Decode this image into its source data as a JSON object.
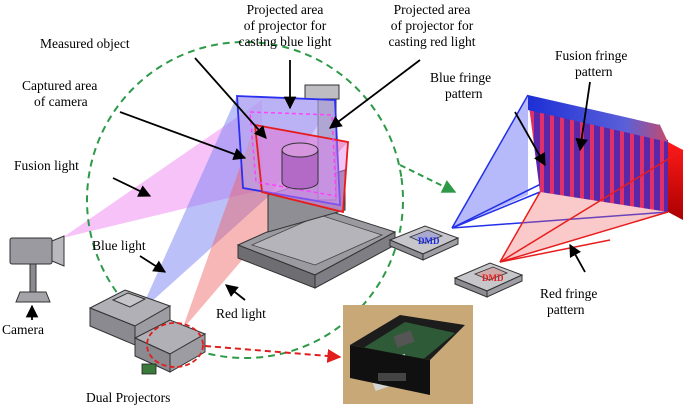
{
  "labels": {
    "measured_object": "Measured object",
    "captured_area_1": "Captured area",
    "captured_area_2": "of camera",
    "proj_blue_1": "Projected area",
    "proj_blue_2": "of projector for",
    "proj_blue_3": "casting blue light",
    "proj_red_1": "Projected area",
    "proj_red_2": "of projector for",
    "proj_red_3": "casting red light",
    "fusion_light": "Fusion light",
    "blue_light": "Blue light",
    "red_light": "Red light",
    "camera": "Camera",
    "dual_projectors": "Dual Projectors",
    "blue_fringe_1": "Blue fringe",
    "blue_fringe_2": "pattern",
    "fusion_fringe_1": "Fusion fringe",
    "fusion_fringe_2": "pattern",
    "red_fringe_1": "Red fringe",
    "red_fringe_2": "pattern",
    "dmd_blue": "DMD",
    "dmd_red": "DMD"
  },
  "colors": {
    "fusion": "#e98ce6",
    "blue": "#4a4ff0",
    "red": "#ee3b3b",
    "dashed_green": "#2e9a48",
    "dashed_red": "#e01e1e",
    "device_gray": "#8d8d8f"
  },
  "icons": [
    "camera-icon",
    "projector-icon",
    "dmd-chip-icon",
    "circuit-board-photo"
  ]
}
